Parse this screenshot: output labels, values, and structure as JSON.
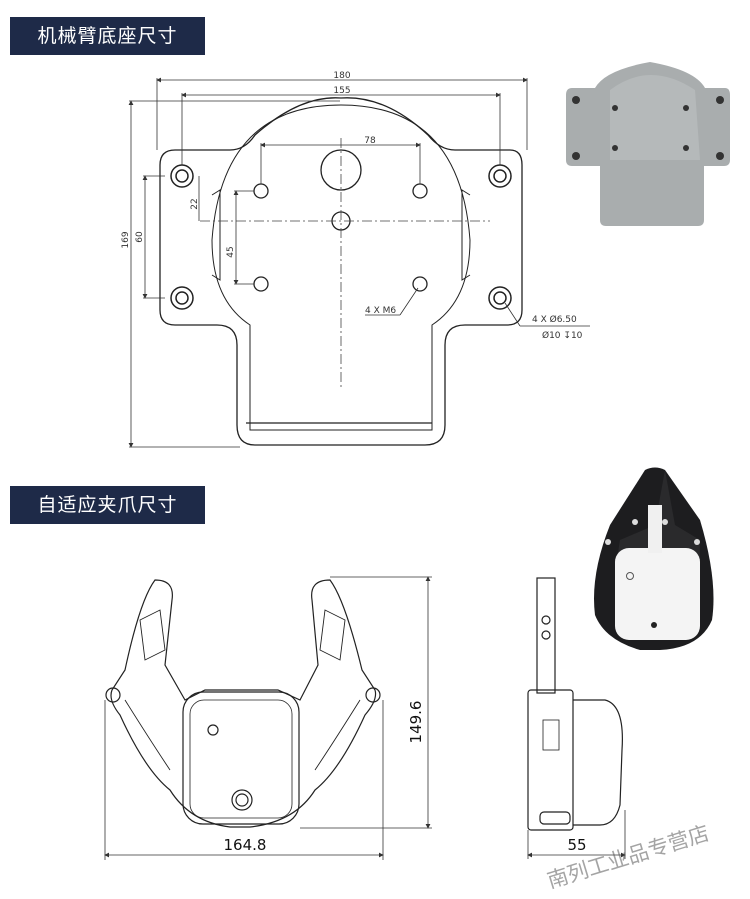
{
  "sections": {
    "base_title": "机械臂底座尺寸",
    "gripper_title": "自适应夹爪尺寸"
  },
  "base_drawing": {
    "dim_width_outer": "180",
    "dim_hole_span": "155",
    "dim_inner_span": "78",
    "dim_height": "169",
    "dim_hole_vertical": "60",
    "dim_offset": "22",
    "dim_inner_vertical": "45",
    "note_threads": "4 X M6",
    "note_holes": "4 X Ø6.50",
    "note_counterbore": "Ø10 ↧10"
  },
  "gripper_drawing": {
    "dim_width": "164.8",
    "dim_height": "149.6",
    "dim_depth": "55"
  },
  "watermark": "南列工业品专营店",
  "colors": {
    "badge": "#1e2a48",
    "plate_photo": "#a9adae"
  }
}
